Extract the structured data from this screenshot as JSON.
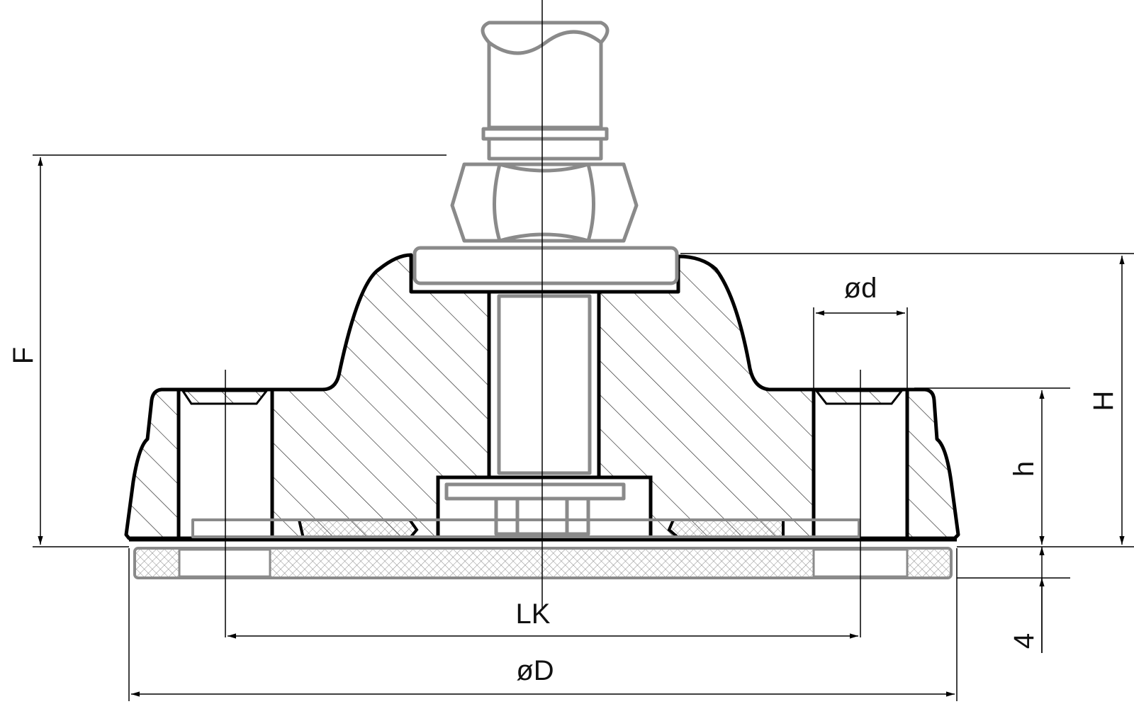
{
  "dimensions": {
    "F": "F",
    "H": "H",
    "h": "h",
    "d": "ød",
    "LK": "LK",
    "D": "øD",
    "four": "4"
  },
  "colors": {
    "outline": "#000000",
    "accessory": "#8a8a8a",
    "pad": "#9a9a9a"
  }
}
